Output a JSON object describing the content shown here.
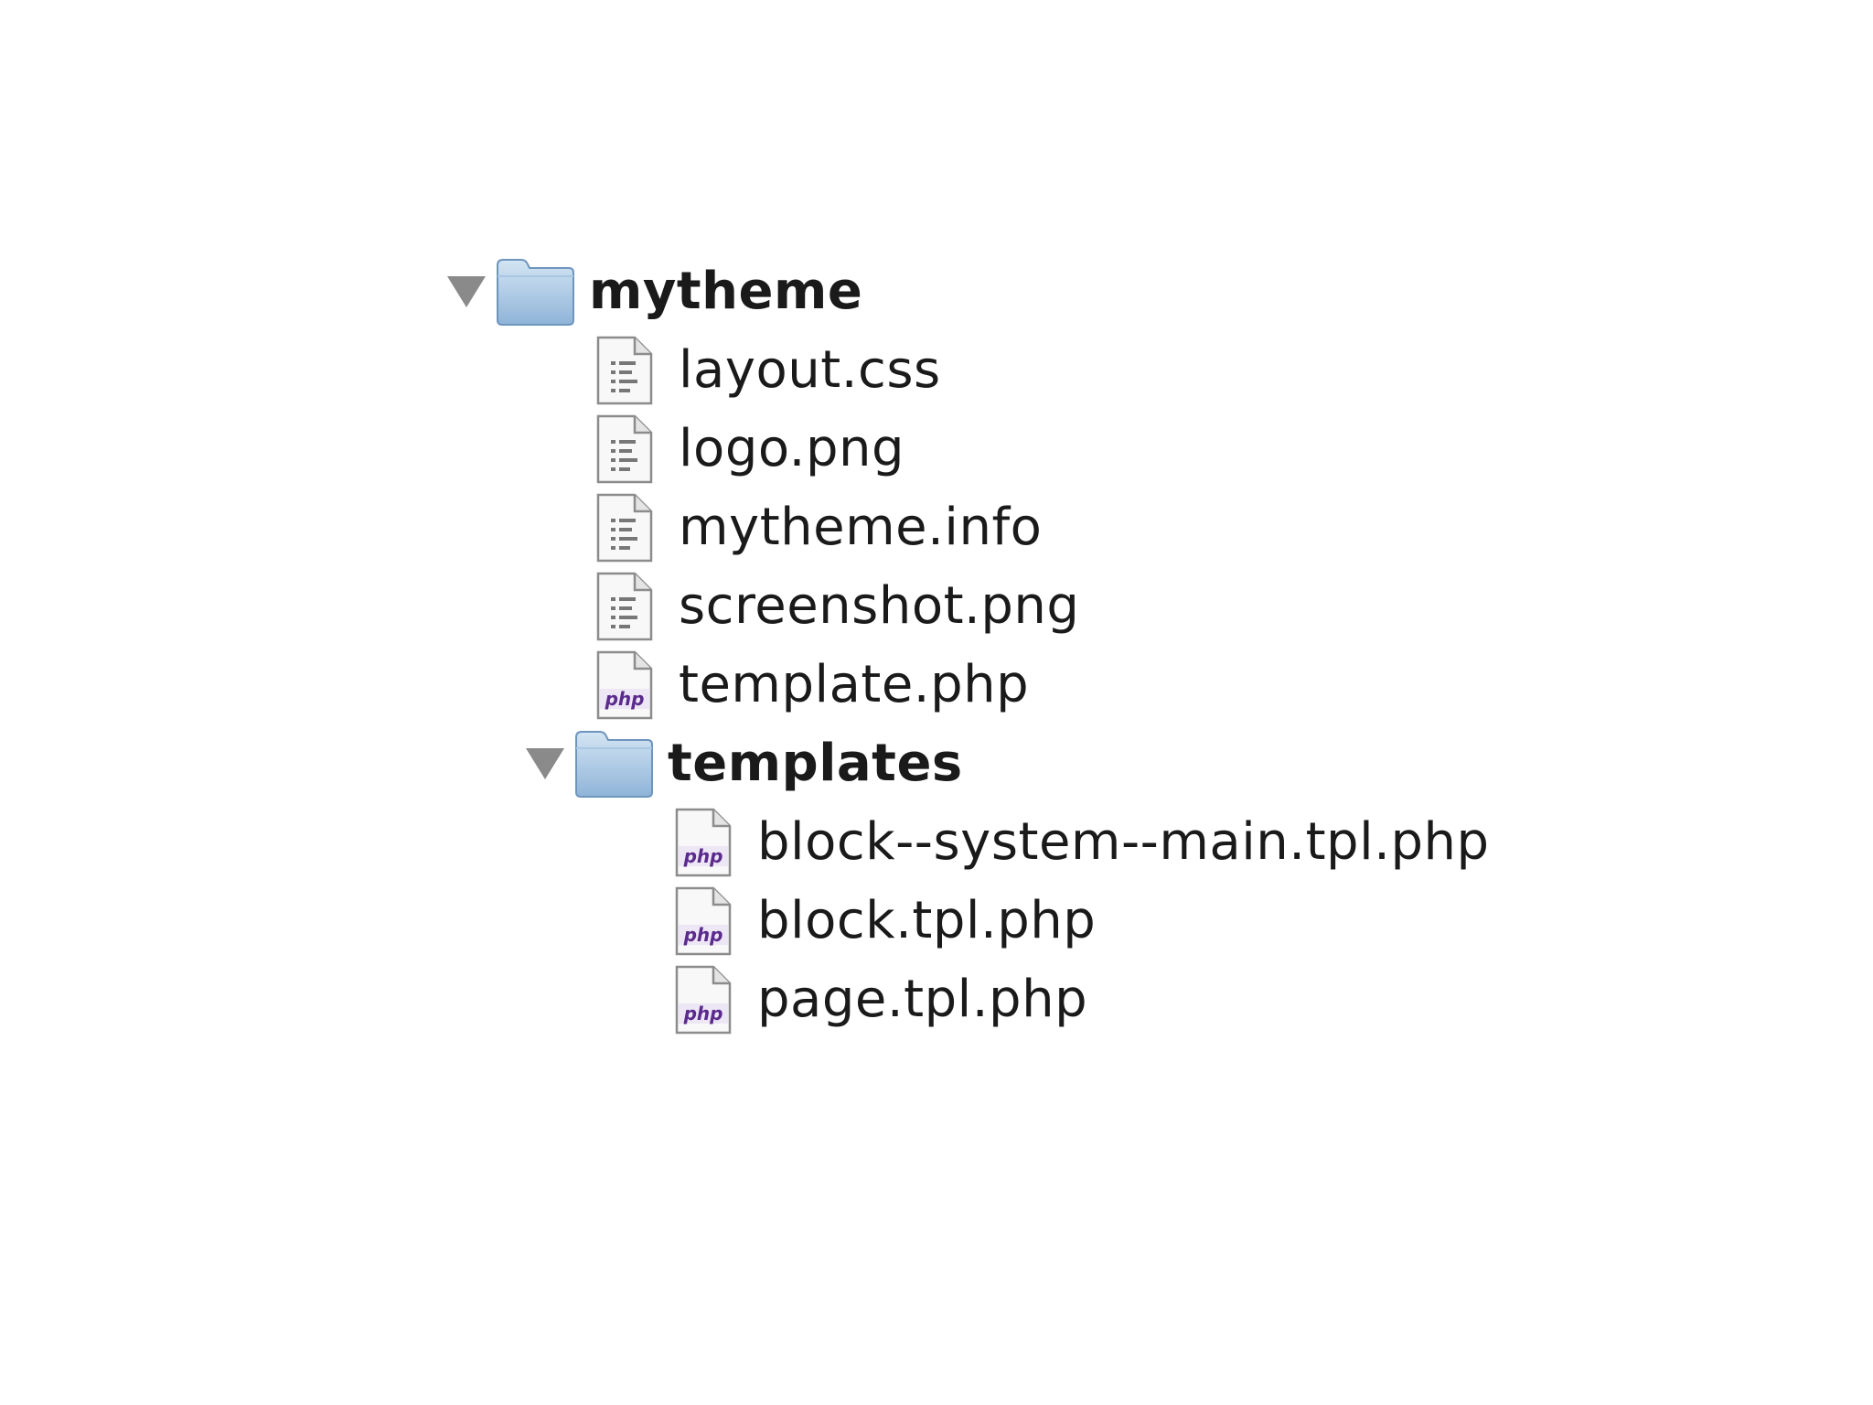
{
  "tree": {
    "root": {
      "name": "mytheme",
      "expanded": true,
      "children": [
        {
          "name": "layout.css",
          "icon": "text-file-icon"
        },
        {
          "name": "logo.png",
          "icon": "text-file-icon"
        },
        {
          "name": "mytheme.info",
          "icon": "text-file-icon"
        },
        {
          "name": "screenshot.png",
          "icon": "text-file-icon"
        },
        {
          "name": "template.php",
          "icon": "php-file-icon"
        }
      ],
      "subfolder": {
        "name": "templates",
        "expanded": true,
        "children": [
          {
            "name": "block--system--main.tpl.php",
            "icon": "php-file-icon"
          },
          {
            "name": "block.tpl.php",
            "icon": "php-file-icon"
          },
          {
            "name": "page.tpl.php",
            "icon": "php-file-icon"
          }
        ]
      }
    }
  },
  "colors": {
    "folder_top": "#c5dcef",
    "folder_bottom": "#8fb4d8",
    "folder_edge": "#6e95bd",
    "disclosure_triangle": "#8a8a8a",
    "php_badge_text": "#5a2a8c",
    "text": "#1a1a1a"
  }
}
